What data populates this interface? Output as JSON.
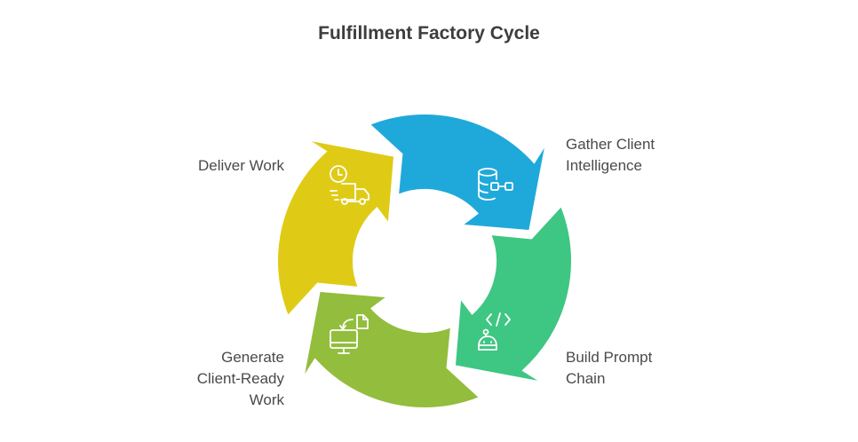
{
  "title": "Fulfillment Factory Cycle",
  "steps": [
    {
      "label": "Gather Client Intelligence",
      "lines": [
        "Gather Client",
        "Intelligence"
      ],
      "color": "#1fa9db",
      "icon": "database-link-icon"
    },
    {
      "label": "Build Prompt Chain",
      "lines": [
        "Build Prompt",
        "Chain"
      ],
      "color": "#3ec683",
      "icon": "robot-code-icon"
    },
    {
      "label": "Generate Client-Ready Work",
      "lines": [
        "Generate",
        "Client-Ready",
        "Work"
      ],
      "color": "#93bd3c",
      "icon": "monitor-document-icon"
    },
    {
      "label": "Deliver Work",
      "lines": [
        "Deliver Work"
      ],
      "color": "#dfcb16",
      "icon": "delivery-truck-clock-icon"
    }
  ]
}
